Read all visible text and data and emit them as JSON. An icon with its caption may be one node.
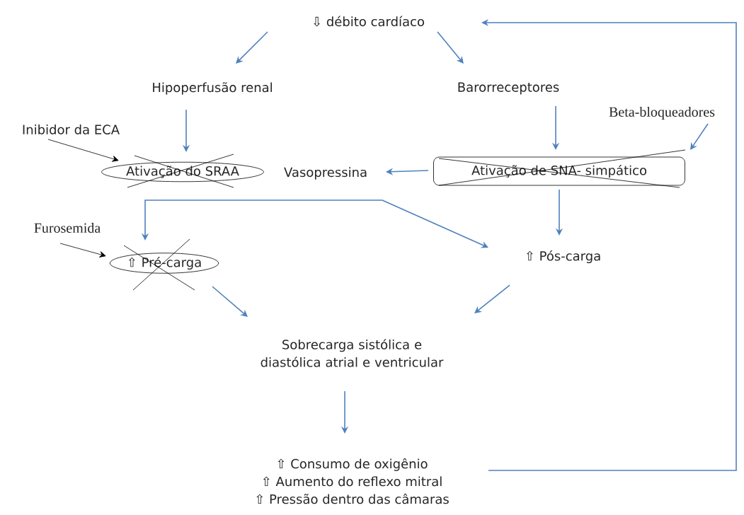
{
  "diagram": {
    "nodes": [
      {
        "text": [
          "⇩ débito cardíaco"
        ]
      },
      {
        "text": [
          "Hipoperfusão renal"
        ]
      },
      {
        "text": [
          "Barorreceptores"
        ]
      },
      {
        "text": [
          "Inibidor da ECA"
        ]
      },
      {
        "text": [
          "Ativação do SRAA"
        ]
      },
      {
        "text": [
          "Vasopressina"
        ]
      },
      {
        "text": [
          "Beta-bloqueadores"
        ]
      },
      {
        "text": [
          "Ativação de SNA- simpático"
        ]
      },
      {
        "text": [
          "Furosemida"
        ]
      },
      {
        "text": [
          "⇧ Pré-carga"
        ]
      },
      {
        "text": [
          "⇧ Pós-carga"
        ]
      },
      {
        "text": [
          "Sobrecarga sistólica e diastólica atrial e ventricular"
        ]
      },
      {
        "text": [
          "⇧ Consumo de oxigênio",
          "⇧ Aumento do reflexo mitral",
          "⇧ Pressão dentro das câmaras"
        ]
      }
    ],
    "edges": [
      {
        "from": 0,
        "to": 1,
        "arrow": "to"
      },
      {
        "from": 0,
        "to": 2,
        "arrow": "to"
      },
      {
        "from": 1,
        "to": 4,
        "arrow": "to"
      },
      {
        "from": 2,
        "to": 7,
        "arrow": "to"
      },
      {
        "from": 3,
        "to": 4,
        "arrow": "to",
        "color": "#000000"
      },
      {
        "from": 6,
        "to": 7,
        "arrow": "to"
      },
      {
        "from": 7,
        "to": 5,
        "arrow": "to"
      },
      {
        "from": 7,
        "to": 10,
        "arrow": "to"
      },
      {
        "from": 5,
        "to": 9,
        "arrow": "to"
      },
      {
        "from": 5,
        "to": 10,
        "arrow": "to"
      },
      {
        "from": 8,
        "to": 9,
        "arrow": "to",
        "color": "#000000"
      },
      {
        "from": 9,
        "to": 11,
        "arrow": "to"
      },
      {
        "from": 10,
        "to": 11,
        "arrow": "to"
      },
      {
        "from": 11,
        "to": 12,
        "arrow": "to"
      },
      {
        "from": 12,
        "to": 0,
        "arrow": "to"
      }
    ]
  }
}
